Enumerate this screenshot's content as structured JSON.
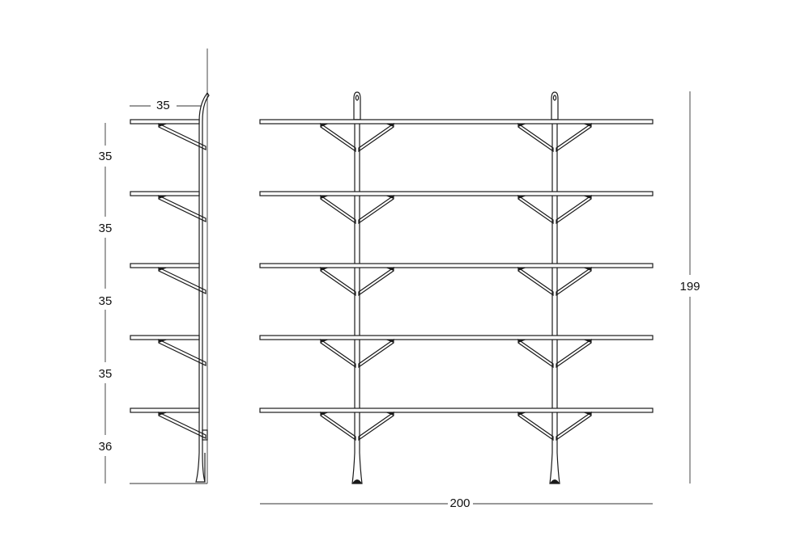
{
  "dimensions": {
    "side_depth": "35",
    "vertical_spacings": [
      "35",
      "35",
      "35",
      "35",
      "36"
    ],
    "total_width": "200",
    "total_height": "199"
  }
}
